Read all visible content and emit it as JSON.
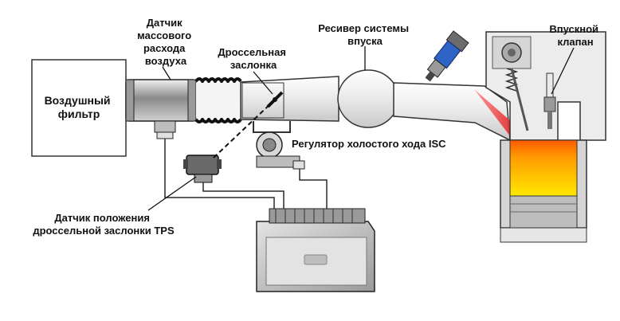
{
  "labels": {
    "air_filter": [
      "Воздушный",
      "фильтр"
    ],
    "maf_sensor": [
      "Датчик",
      "массового",
      "расхода",
      "воздуха"
    ],
    "throttle_valve": [
      "Дроссельная",
      "заслонка"
    ],
    "intake_plenum": [
      "Ресивер системы",
      "впуска"
    ],
    "intake_valve": [
      "Впускной",
      "клапан"
    ],
    "isc_valve": [
      "Регулятор холостого хода ISC"
    ],
    "tps_sensor": [
      "Датчик положения",
      "дроссельной заслонки TPS"
    ]
  },
  "colors": {
    "outline": "#1a1a1a",
    "tube_fill": "#f1f1f1",
    "metal_dark": "#6f6f6f",
    "metal_light": "#cfcfcf",
    "bellows": "#111111",
    "air_flow": "#d81b12",
    "combustion_hot": "#ff6a00",
    "combustion_warm": "#ffd400",
    "engine_casting": "#e8e8e8",
    "wire": "#2a2a2a"
  },
  "icons": {
    "ecu": "ecu-module-icon",
    "injector": "fuel-injector-icon",
    "spark_plug": "spark-plug-icon"
  }
}
